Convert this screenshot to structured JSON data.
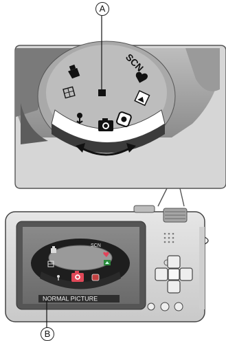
{
  "callouts": {
    "a": "A",
    "b": "B"
  },
  "dial": {
    "scn_label": "SCN"
  },
  "lcd": {
    "scn_label": "SCN",
    "mode_caption": "NORMAL PICTURE"
  }
}
